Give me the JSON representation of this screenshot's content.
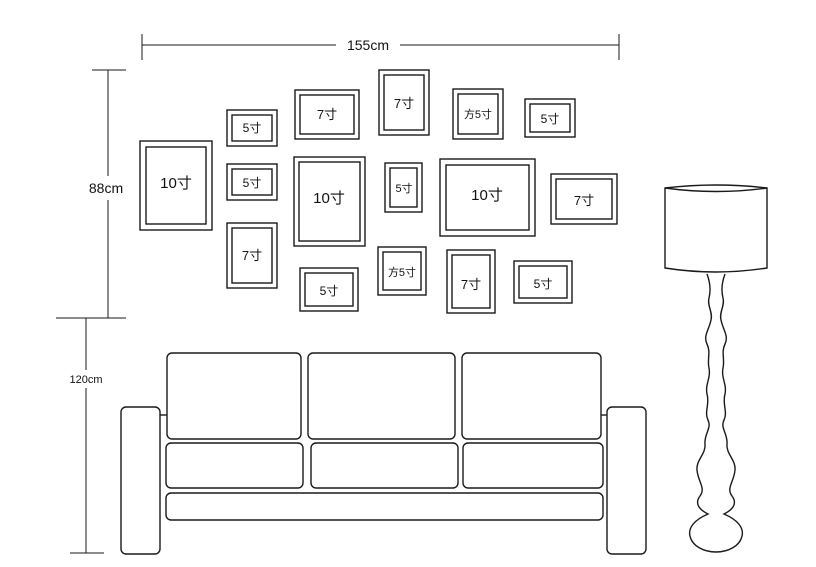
{
  "dimensions": {
    "width_label": "155cm",
    "height_label": "88cm",
    "floor_label": "120cm"
  },
  "frames": {
    "f10a": "10寸",
    "f5a": "5寸",
    "f5b": "5寸",
    "f7a": "7寸",
    "f7b": "7寸",
    "f10b": "10寸",
    "f5c": "5寸",
    "f7c": "7寸",
    "f5d": "5寸",
    "fsq1": "方5寸",
    "f5e": "5寸",
    "f10c": "10寸",
    "f7d": "7寸",
    "fsq2": "方5寸",
    "f7e": "7寸",
    "f5f": "5寸"
  }
}
